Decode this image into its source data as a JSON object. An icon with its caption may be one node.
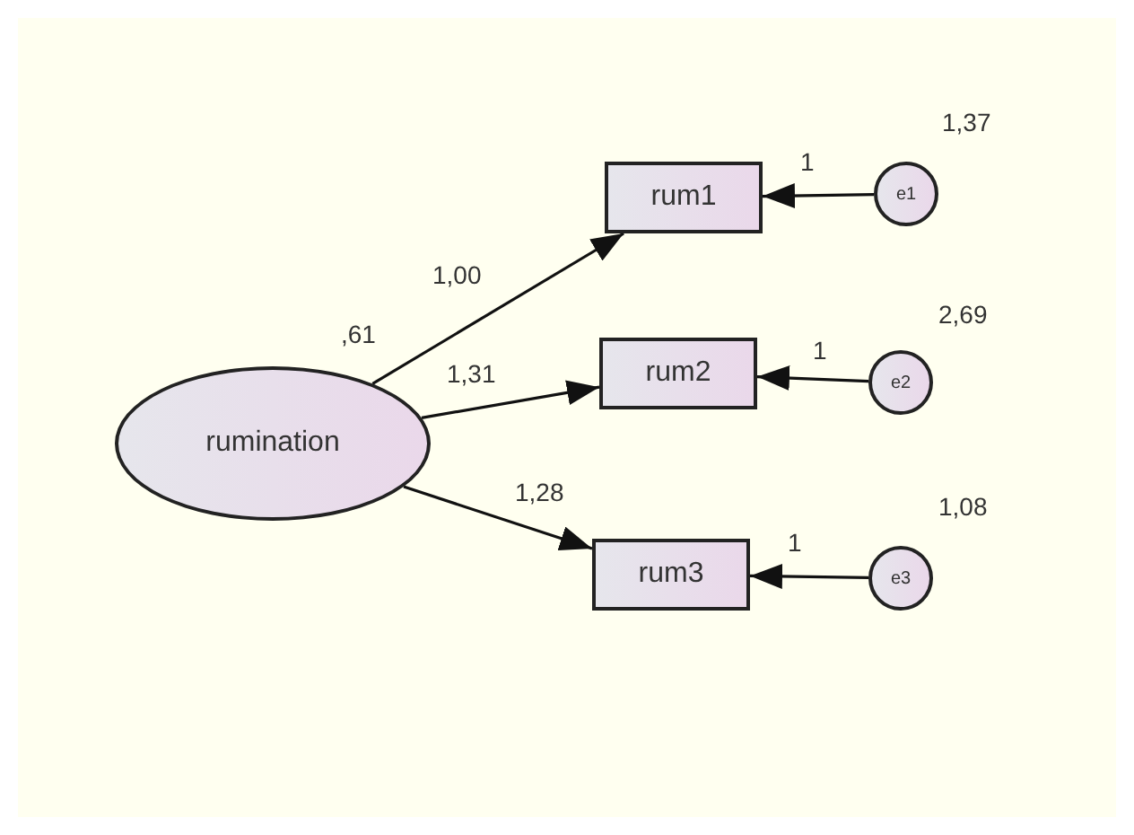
{
  "diagram": {
    "nodes": [
      {
        "text": [
          "rumination"
        ],
        "beside": [
          ",61"
        ]
      },
      {
        "text": [
          "rum1"
        ]
      },
      {
        "text": [
          "rum2"
        ]
      },
      {
        "text": [
          "rum3"
        ]
      },
      {
        "text": [
          "e1"
        ],
        "beside": [
          "1,37"
        ]
      },
      {
        "text": [
          "e2"
        ],
        "beside": [
          "2,69"
        ]
      },
      {
        "text": [
          "e3"
        ],
        "beside": [
          "1,08"
        ]
      }
    ],
    "edges": [
      {
        "from": 0,
        "to": 1,
        "arrow": "to",
        "label": "1,00"
      },
      {
        "from": 0,
        "to": 2,
        "arrow": "to",
        "label": "1,31"
      },
      {
        "from": 0,
        "to": 3,
        "arrow": "to",
        "label": "1,28"
      },
      {
        "from": 4,
        "to": 1,
        "arrow": "to",
        "label": "1"
      },
      {
        "from": 5,
        "to": 2,
        "arrow": "to",
        "label": "1"
      },
      {
        "from": 6,
        "to": 3,
        "arrow": "to",
        "label": "1"
      }
    ]
  }
}
